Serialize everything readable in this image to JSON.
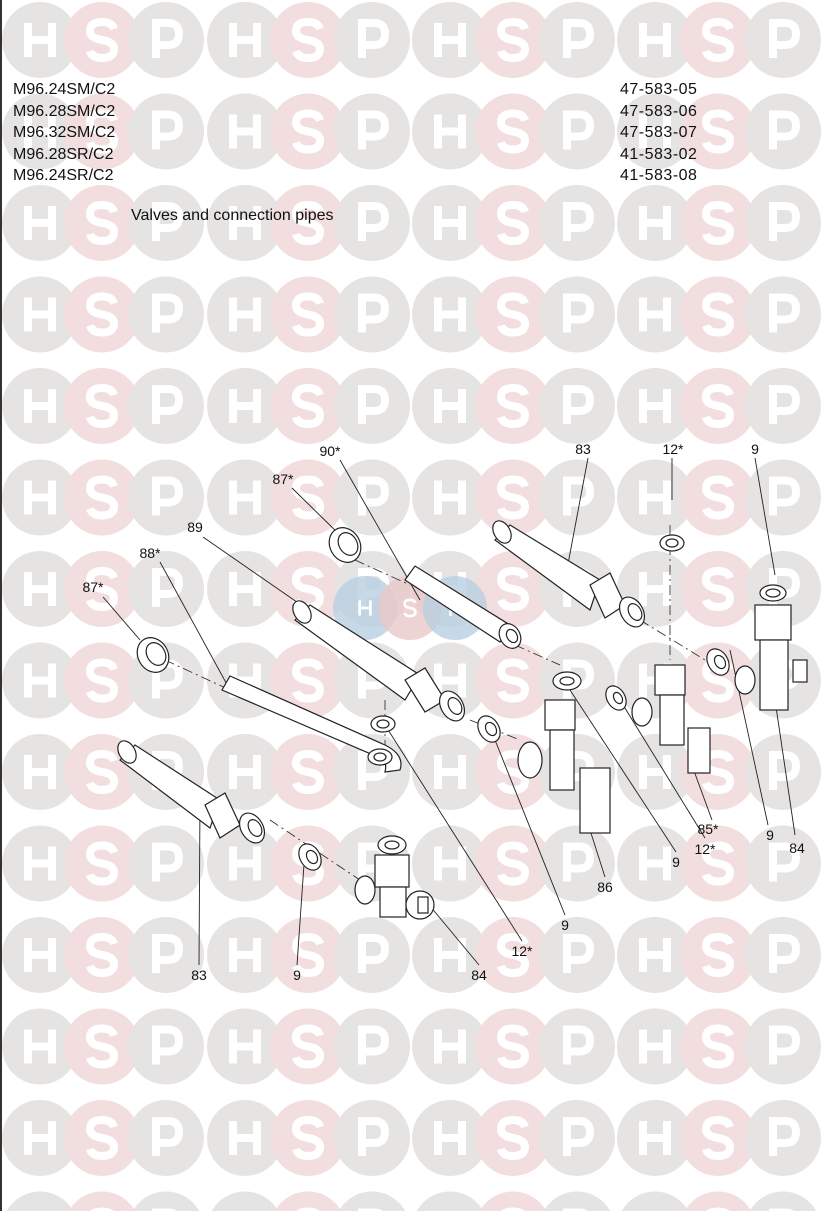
{
  "models": [
    "M96.24SM/C2",
    "M96.28SM/C2",
    "M96.32SM/C2",
    "M96.28SR/C2",
    "M96.24SR/C2"
  ],
  "codes": [
    "47-583-05",
    "47-583-06",
    "47-583-07",
    "41-583-02",
    "41-583-08"
  ],
  "title": "Valves and connection pipes",
  "watermark": {
    "letters": [
      "H",
      "S",
      "P"
    ],
    "colors": {
      "grey": "#e6e3e3",
      "pink": "#f2dede",
      "center_blue": "#b9cfe0",
      "center_pink": "#e8c8c8"
    }
  },
  "callouts": [
    "90*",
    "87*",
    "83",
    "12*",
    "9",
    "89",
    "88*",
    "87*",
    "9",
    "84",
    "85*",
    "12*",
    "9",
    "86",
    "9",
    "12*",
    "83",
    "9",
    "84"
  ]
}
